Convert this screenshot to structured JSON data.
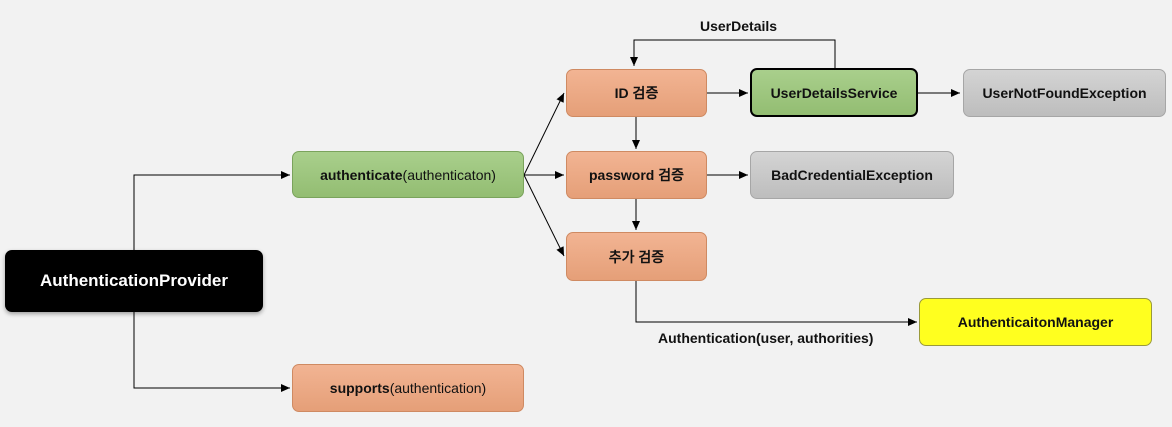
{
  "nodes": {
    "provider": "AuthenticationProvider",
    "authenticate_method": "authenticate",
    "authenticate_arg": "(authenticaton)",
    "supports_method": "supports",
    "supports_arg": "(authentication)",
    "id_check": "ID 검증",
    "password_check": "password 검증",
    "extra_check": "추가 검증",
    "user_details_service": "UserDetailsService",
    "user_not_found": "UserNotFoundException",
    "bad_credential": "BadCredentialException",
    "manager": "AuthenticaitonManager"
  },
  "edge_labels": {
    "user_details": "UserDetails",
    "authentication_result": "Authentication(user, authorities)"
  },
  "colors": {
    "orange": "#e8a47e",
    "green": "#9cc67c",
    "gray": "#c9c9c9",
    "black": "#000000",
    "yellow": "#ffff1f",
    "background": "#f2f2f2"
  }
}
